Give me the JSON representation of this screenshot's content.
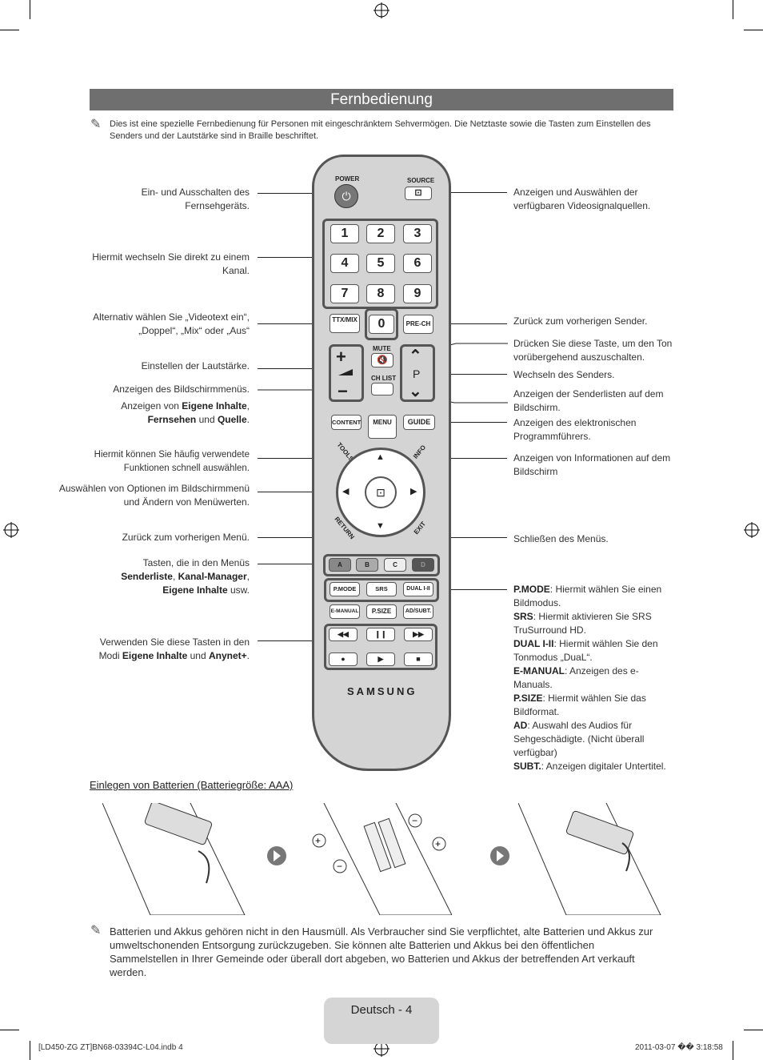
{
  "title": "Fernbedienung",
  "intro_note": "Dies ist eine spezielle Fernbedienung für Personen mit eingeschränktem Sehvermögen. Die Netztaste sowie die Tasten zum Einstellen des Senders und der Lautstärke sind in Braille beschriftet.",
  "left_labels": {
    "power": "Ein- und Ausschalten des Fernsehgeräts.",
    "numbers": "Hiermit wechseln Sie direkt zu einem Kanal.",
    "ttx": "Alternativ wählen Sie „Videotext ein“, „Doppel“, „Mix“ oder „Aus“",
    "volume": "Einstellen der Lautstärke.",
    "menu": "Anzeigen des Bildschirmmenüs.",
    "content_a": "Anzeigen von ",
    "content_b": "Eigene Inhalte",
    "content_c": ", ",
    "content_d": "Fernsehen",
    "content_e": " und ",
    "content_f": "Quelle",
    "content_g": ".",
    "tools": "Hiermit können Sie häufig verwendete Funktionen schnell auswählen.",
    "arrows": "Auswählen von Optionen im Bildschirmmenü und Ändern von Menüwerten.",
    "return": "Zurück zum vorherigen Menü.",
    "color_a": "Tasten, die in den Menüs",
    "color_b": "Senderliste",
    "color_c": ", ",
    "color_d": "Kanal-Manager",
    "color_e": ",",
    "color_f": "Eigene Inhalte",
    "color_g": " usw.",
    "media_a": "Verwenden Sie diese Tasten in den",
    "media_b": "Modi ",
    "media_c": "Eigene Inhalte",
    "media_d": " und ",
    "media_e": "Anynet+",
    "media_f": "."
  },
  "right_labels": {
    "source": "Anzeigen und Auswählen der verfügbaren Videosignalquellen.",
    "prech": "Zurück zum vorherigen Sender.",
    "mute": "Drücken Sie diese Taste, um den Ton vorübergehend auszuschalten.",
    "channel": "Wechseln des Senders.",
    "chlist": "Anzeigen der Senderlisten auf dem Bildschirm.",
    "guide": "Anzeigen des elektronischen Programmführers.",
    "info": "Anzeigen von Informationen auf dem Bildschirm",
    "exit": "Schließen des Menüs.",
    "func": [
      {
        "key": "P.MODE",
        "text": ": Hiermit wählen Sie einen Bildmodus."
      },
      {
        "key": "SRS",
        "text": ": Hiermit aktivieren Sie SRS TruSurround HD."
      },
      {
        "key": "DUAL I-II",
        "text": ": Hiermit wählen Sie den Tonmodus „DuaL“."
      },
      {
        "key": "E-MANUAL",
        "text": ": Anzeigen des e-Manuals."
      },
      {
        "key": "P.SIZE",
        "text": ": Hiermit wählen Sie das Bildformat."
      },
      {
        "key": "AD",
        "text": ": Auswahl des Audios für Sehgeschädigte. (Nicht überall verfügbar)"
      },
      {
        "key": "SUBT.",
        "text": ": Anzeigen digitaler Untertitel."
      }
    ]
  },
  "remote": {
    "power": "POWER",
    "source": "SOURCE",
    "digits": [
      "1",
      "2",
      "3",
      "4",
      "5",
      "6",
      "7",
      "8",
      "9"
    ],
    "ttx": "TTX/MIX",
    "zero": "0",
    "prech": "PRE-CH",
    "mute": "MUTE",
    "chlist": "CH LIST",
    "p": "P",
    "content": "CONTENT",
    "menu": "MENU",
    "guide": "GUIDE",
    "tools": "TOOLS",
    "info": "INFO",
    "return": "RETURN",
    "exit": "EXIT",
    "colors": [
      "A",
      "B",
      "C",
      "D"
    ],
    "func_row1": [
      "P.MODE",
      "SRS",
      "DUAL I-II"
    ],
    "func_row2": [
      "E-MANUAL",
      "P.SIZE",
      "AD/SUBT."
    ],
    "brand": "SAMSUNG",
    "media_row1": [
      "◀◀",
      "❙❙",
      "▶▶"
    ],
    "media_row2": [
      "●",
      "▶",
      "■"
    ]
  },
  "battery_heading": "Einlegen von Batterien (Batteriegröße: AAA)",
  "battery_note": "Batterien und Akkus gehören nicht in den Hausmüll. Als Verbraucher sind Sie verpflichtet, alte Batterien und Akkus zur umweltschonenden Entsorgung zurückzugeben. Sie können alte Batterien und Akkus bei den öffentlichen Sammelstellen in Ihrer Gemeinde oder überall dort abgeben, wo Batterien und Akkus der betreffenden Art verkauft werden.",
  "footer": "Deutsch - 4",
  "print_left": "[LD450-ZG ZT]BN68-03394C-L04.indb   4",
  "print_right": "2011-03-07   �� 3:18:58"
}
